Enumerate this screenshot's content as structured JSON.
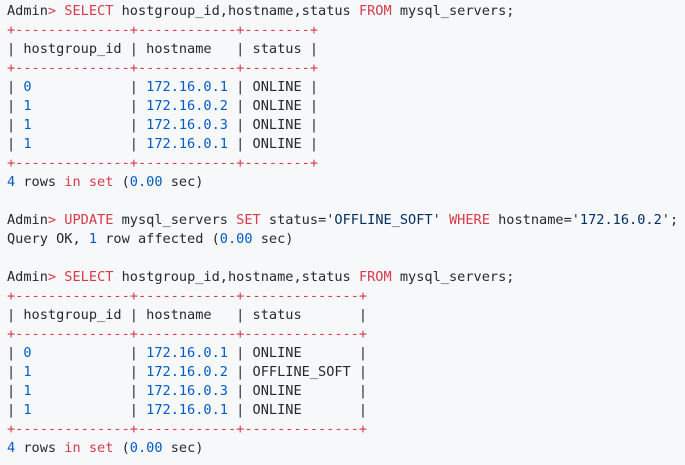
{
  "terminal": {
    "colors": {
      "background": "#f6f8fa",
      "text": "#24292e",
      "keyword": "#d73a49",
      "number": "#005cc5",
      "string": "#032f62"
    },
    "lines": [
      [
        [
          "prompt",
          "Admin"
        ],
        [
          "op",
          "> "
        ],
        [
          "kw",
          "SELECT"
        ],
        [
          "text",
          " hostgroup_id,hostname,status "
        ],
        [
          "kw",
          "FROM"
        ],
        [
          "text",
          " mysql_servers;"
        ]
      ],
      [
        [
          "border",
          "+--------------+------------+--------+"
        ]
      ],
      [
        [
          "text",
          "| hostgroup_id | hostname   | status |"
        ]
      ],
      [
        [
          "border",
          "+--------------+------------+--------+"
        ]
      ],
      [
        [
          "text",
          "| "
        ],
        [
          "num",
          "0"
        ],
        [
          "text",
          "            | "
        ],
        [
          "num",
          "172.16.0.1"
        ],
        [
          "text",
          " | ONLINE |"
        ]
      ],
      [
        [
          "text",
          "| "
        ],
        [
          "num",
          "1"
        ],
        [
          "text",
          "            | "
        ],
        [
          "num",
          "172.16.0.2"
        ],
        [
          "text",
          " | ONLINE |"
        ]
      ],
      [
        [
          "text",
          "| "
        ],
        [
          "num",
          "1"
        ],
        [
          "text",
          "            | "
        ],
        [
          "num",
          "172.16.0.3"
        ],
        [
          "text",
          " | ONLINE |"
        ]
      ],
      [
        [
          "text",
          "| "
        ],
        [
          "num",
          "1"
        ],
        [
          "text",
          "            | "
        ],
        [
          "num",
          "172.16.0.1"
        ],
        [
          "text",
          " | ONLINE |"
        ]
      ],
      [
        [
          "border",
          "+--------------+------------+--------+"
        ]
      ],
      [
        [
          "num",
          "4"
        ],
        [
          "text",
          " rows "
        ],
        [
          "kw",
          "in"
        ],
        [
          "text",
          " "
        ],
        [
          "kw",
          "set"
        ],
        [
          "text",
          " ("
        ],
        [
          "num",
          "0.00"
        ],
        [
          "text",
          " sec)"
        ]
      ],
      [],
      [
        [
          "prompt",
          "Admin"
        ],
        [
          "op",
          "> "
        ],
        [
          "kw",
          "UPDATE"
        ],
        [
          "text",
          " mysql_servers "
        ],
        [
          "kw",
          "SET"
        ],
        [
          "text",
          " status="
        ],
        [
          "str",
          "'OFFLINE_SOFT'"
        ],
        [
          "text",
          " "
        ],
        [
          "kw",
          "WHERE"
        ],
        [
          "text",
          " hostname="
        ],
        [
          "str",
          "'172.16.0.2'"
        ],
        [
          "text",
          ";"
        ]
      ],
      [
        [
          "text",
          "Query OK, "
        ],
        [
          "num",
          "1"
        ],
        [
          "text",
          " row affected ("
        ],
        [
          "num",
          "0.00"
        ],
        [
          "text",
          " sec)"
        ]
      ],
      [],
      [
        [
          "prompt",
          "Admin"
        ],
        [
          "op",
          "> "
        ],
        [
          "kw",
          "SELECT"
        ],
        [
          "text",
          " hostgroup_id,hostname,status "
        ],
        [
          "kw",
          "FROM"
        ],
        [
          "text",
          " mysql_servers;"
        ]
      ],
      [
        [
          "border",
          "+--------------+------------+--------------+"
        ]
      ],
      [
        [
          "text",
          "| hostgroup_id | hostname   | status       |"
        ]
      ],
      [
        [
          "border",
          "+--------------+------------+--------------+"
        ]
      ],
      [
        [
          "text",
          "| "
        ],
        [
          "num",
          "0"
        ],
        [
          "text",
          "            | "
        ],
        [
          "num",
          "172.16.0.1"
        ],
        [
          "text",
          " | ONLINE       |"
        ]
      ],
      [
        [
          "text",
          "| "
        ],
        [
          "num",
          "1"
        ],
        [
          "text",
          "            | "
        ],
        [
          "num",
          "172.16.0.2"
        ],
        [
          "text",
          " | OFFLINE_SOFT |"
        ]
      ],
      [
        [
          "text",
          "| "
        ],
        [
          "num",
          "1"
        ],
        [
          "text",
          "            | "
        ],
        [
          "num",
          "172.16.0.3"
        ],
        [
          "text",
          " | ONLINE       |"
        ]
      ],
      [
        [
          "text",
          "| "
        ],
        [
          "num",
          "1"
        ],
        [
          "text",
          "            | "
        ],
        [
          "num",
          "172.16.0.1"
        ],
        [
          "text",
          " | ONLINE       |"
        ]
      ],
      [
        [
          "border",
          "+--------------+------------+--------------+"
        ]
      ],
      [
        [
          "num",
          "4"
        ],
        [
          "text",
          " rows "
        ],
        [
          "kw",
          "in"
        ],
        [
          "text",
          " "
        ],
        [
          "kw",
          "set"
        ],
        [
          "text",
          " ("
        ],
        [
          "num",
          "0.00"
        ],
        [
          "text",
          " sec)"
        ]
      ]
    ]
  }
}
